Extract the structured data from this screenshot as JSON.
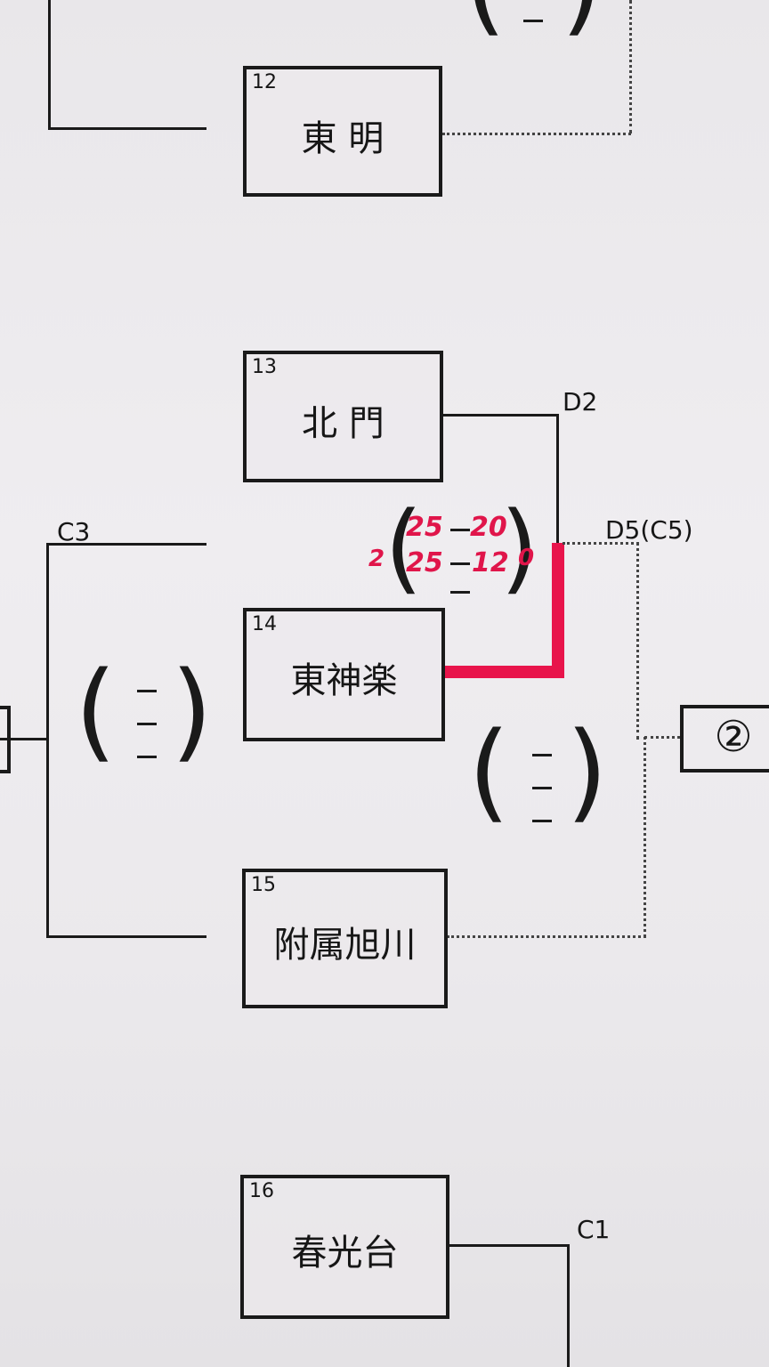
{
  "teams": [
    {
      "num": "12",
      "name": "東 明"
    },
    {
      "num": "13",
      "name": "北 門"
    },
    {
      "num": "14",
      "name": "東神楽"
    },
    {
      "num": "15",
      "name": "附属旭川"
    },
    {
      "num": "16",
      "name": "春光台"
    }
  ],
  "labels": {
    "d2": "D2",
    "c3": "C3",
    "d5": "D5(C5)",
    "c1": "C1"
  },
  "result_box": "②",
  "score_match": {
    "set1_left": "25",
    "set1_right": "20",
    "set2_left": "25",
    "set2_right": "12",
    "sets_left": "2",
    "sets_right": "0",
    "set3_placeholder": "–"
  },
  "empty_score_dash": "–",
  "colors": {
    "ink": "#1a1a1a",
    "winner_highlight": "#e8144b",
    "paper": "#eceaed"
  }
}
